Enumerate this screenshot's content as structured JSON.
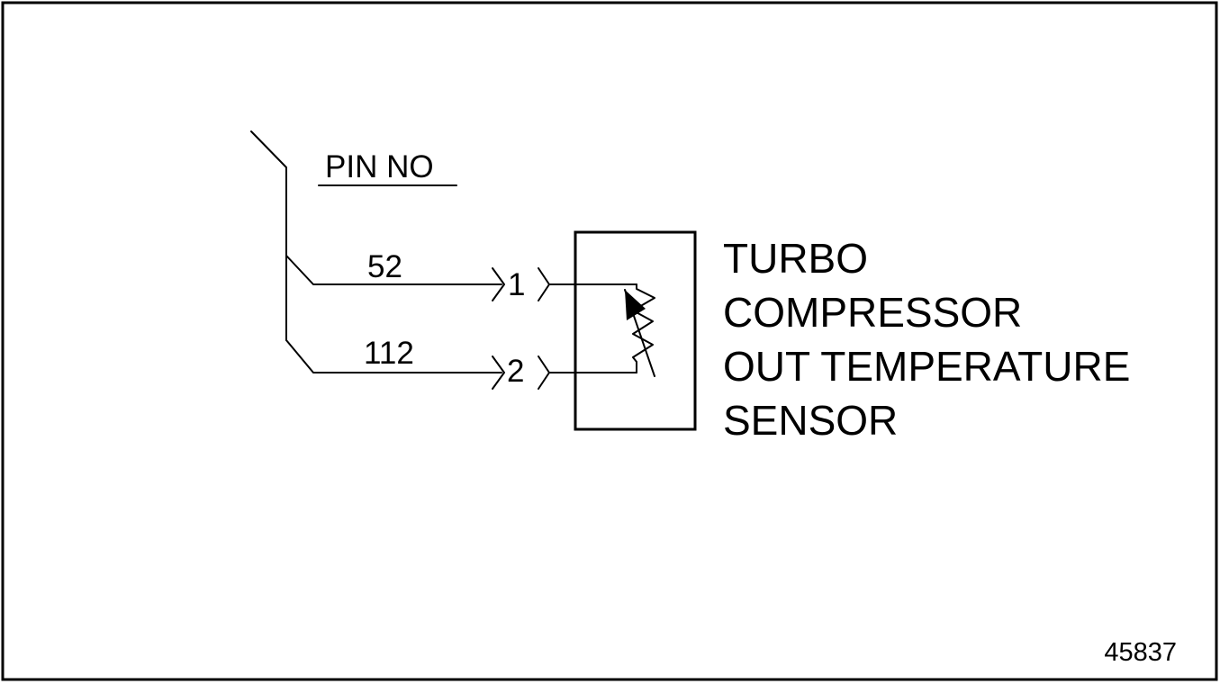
{
  "header": {
    "pin_label": "PIN NO"
  },
  "wires": [
    {
      "circuit": "52",
      "pin": "1"
    },
    {
      "circuit": "112",
      "pin": "2"
    }
  ],
  "component": {
    "label_lines": [
      "TURBO",
      "COMPRESSOR",
      "OUT TEMPERATURE",
      "SENSOR"
    ],
    "symbol": "thermistor-icon"
  },
  "figure_number": "45837",
  "colors": {
    "line": "#000000",
    "background": "#ffffff"
  }
}
